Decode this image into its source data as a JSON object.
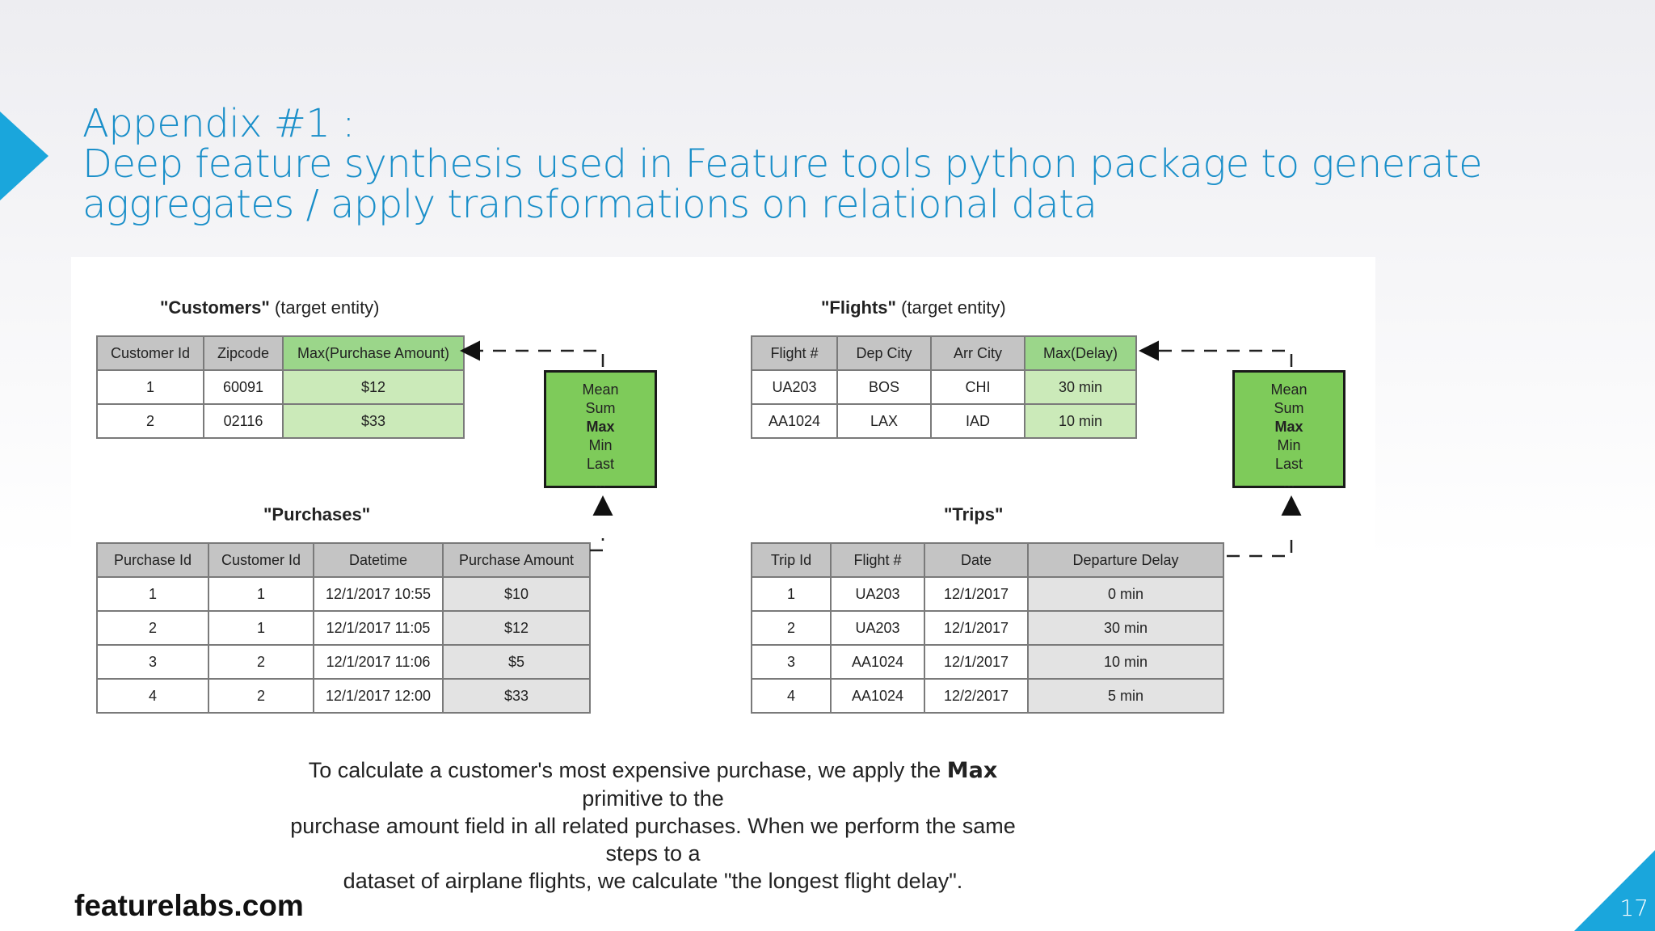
{
  "slide": {
    "title_line1": "Appendix #1 :",
    "title_line2": "Deep feature synthesis used in Feature tools python package to generate",
    "title_line3": "aggregates  / apply transformations on relational data",
    "footer_site": "featurelabs.com",
    "page_number": "17",
    "accent_color": "#1aa6dc",
    "title_color": "#1a8fc9"
  },
  "customers": {
    "title": "\"Customers\"",
    "subtitle": "(target entity)",
    "headers": [
      "Customer Id",
      "Zipcode",
      "Max(Purchase Amount)"
    ],
    "rows": [
      [
        "1",
        "60091",
        "$12"
      ],
      [
        "2",
        "02116",
        "$33"
      ]
    ]
  },
  "purchases": {
    "title": "\"Purchases\"",
    "headers": [
      "Purchase Id",
      "Customer Id",
      "Datetime",
      "Purchase Amount"
    ],
    "rows": [
      [
        "1",
        "1",
        "12/1/2017 10:55",
        "$10"
      ],
      [
        "2",
        "1",
        "12/1/2017 11:05",
        "$12"
      ],
      [
        "3",
        "2",
        "12/1/2017 11:06",
        "$5"
      ],
      [
        "4",
        "2",
        "12/1/2017 12:00",
        "$33"
      ]
    ]
  },
  "flights": {
    "title": "\"Flights\"",
    "subtitle": "(target entity)",
    "headers": [
      "Flight #",
      "Dep City",
      "Arr City",
      "Max(Delay)"
    ],
    "rows": [
      [
        "UA203",
        "BOS",
        "CHI",
        "30 min"
      ],
      [
        "AA1024",
        "LAX",
        "IAD",
        "10 min"
      ]
    ]
  },
  "trips": {
    "title": "\"Trips\"",
    "headers": [
      "Trip Id",
      "Flight #",
      "Date",
      "Departure Delay"
    ],
    "rows": [
      [
        "1",
        "UA203",
        "12/1/2017",
        "0 min"
      ],
      [
        "2",
        "UA203",
        "12/1/2017",
        "30 min"
      ],
      [
        "3",
        "AA1024",
        "12/1/2017",
        "10 min"
      ],
      [
        "4",
        "AA1024",
        "12/2/2017",
        "5 min"
      ]
    ]
  },
  "primitives": [
    "Mean",
    "Sum",
    "Max",
    "Min",
    "Last",
    "..."
  ],
  "caption": {
    "line1_a": "To calculate a customer's most expensive purchase, we apply the ",
    "line1_bold": "Max",
    "line1_b": " primitive to the",
    "line2": "purchase amount field in all related purchases. When we perform the same steps to a",
    "line3": "dataset of airplane flights, we calculate \"the longest flight delay\"."
  }
}
